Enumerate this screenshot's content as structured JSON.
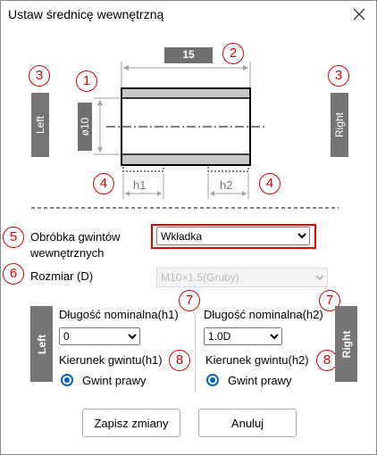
{
  "window": {
    "title": "Ustaw średnicę wewnętrzną"
  },
  "diagram": {
    "length_label": "15",
    "diameter_label": "ø10",
    "h1_label": "h1",
    "h2_label": "h2",
    "left_tab": "Left",
    "right_tab": "Right"
  },
  "markers": [
    "1",
    "2",
    "3",
    "3",
    "4",
    "4",
    "5",
    "6",
    "7",
    "7",
    "8",
    "8"
  ],
  "form": {
    "thread_processing_label": "Obróbka gwintów wewnętrznych",
    "thread_processing_value": "Wkładka",
    "size_label": "Rozmiar (D)",
    "size_value": "M10×1.5(Gruby)",
    "left_tab": "Left",
    "right_tab": "Right",
    "left": {
      "nominal_length_label": "Długość nominalna(h1)",
      "nominal_length_value": "0",
      "thread_direction_label": "Kierunek gwintu(h1)",
      "radio_label": "Gwint prawy"
    },
    "right": {
      "nominal_length_label": "Długość nominalna(h2)",
      "nominal_length_value": "1.0D",
      "thread_direction_label": "Kierunek gwintu(h2)",
      "radio_label": "Gwint prawy"
    }
  },
  "buttons": {
    "save": "Zapisz zmiany",
    "cancel": "Anuluj"
  },
  "colors": {
    "accent": "#e00000",
    "radio": "#0a64c8",
    "tab": "#757575"
  }
}
